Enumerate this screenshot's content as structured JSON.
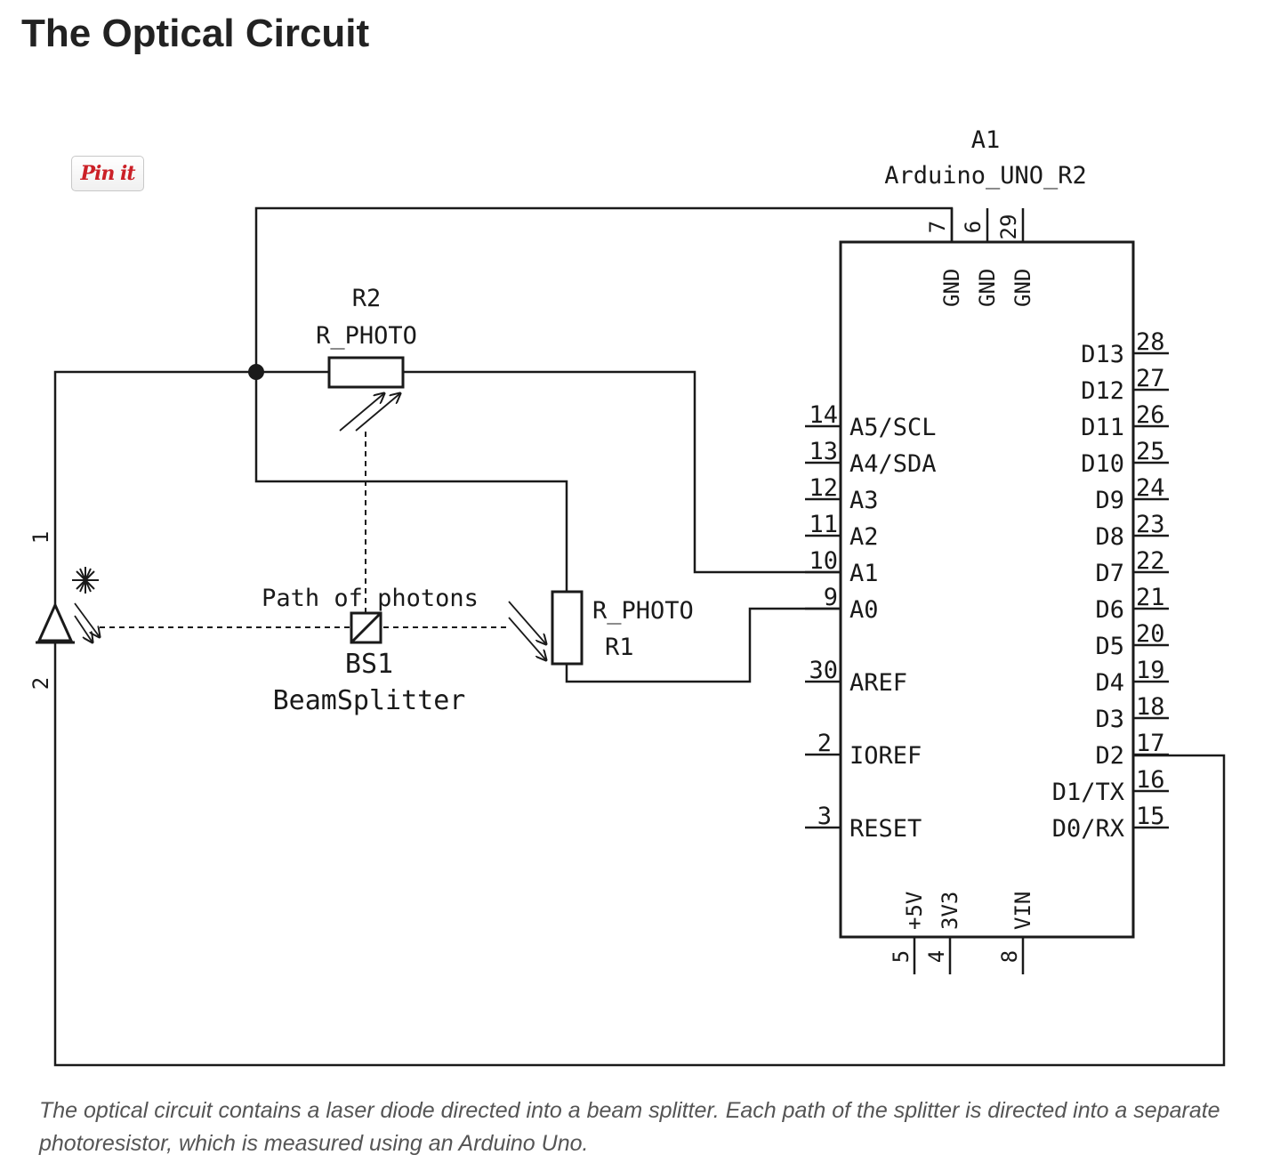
{
  "page": {
    "title": "The Optical Circuit",
    "pin_button_label": "Pin it",
    "caption": "The optical circuit contains a laser diode directed into a beam splitter. Each path of the splitter is directed into a separate photoresistor, which is measured using an Arduino Uno."
  },
  "schematic": {
    "arduino": {
      "ref": "A1",
      "value": "Arduino_UNO_R2",
      "top_pins": [
        {
          "num": "7",
          "name": "GND"
        },
        {
          "num": "6",
          "name": "GND"
        },
        {
          "num": "29",
          "name": "GND"
        }
      ],
      "left_pins": [
        {
          "num": "14",
          "name": "A5/SCL"
        },
        {
          "num": "13",
          "name": "A4/SDA"
        },
        {
          "num": "12",
          "name": "A3"
        },
        {
          "num": "11",
          "name": "A2"
        },
        {
          "num": "10",
          "name": "A1"
        },
        {
          "num": "9",
          "name": "A0"
        },
        {
          "num": "30",
          "name": "AREF"
        },
        {
          "num": "2",
          "name": "IOREF"
        },
        {
          "num": "3",
          "name": "RESET"
        }
      ],
      "right_pins": [
        {
          "num": "28",
          "name": "D13"
        },
        {
          "num": "27",
          "name": "D12"
        },
        {
          "num": "26",
          "name": "D11"
        },
        {
          "num": "25",
          "name": "D10"
        },
        {
          "num": "24",
          "name": "D9"
        },
        {
          "num": "23",
          "name": "D8"
        },
        {
          "num": "22",
          "name": "D7"
        },
        {
          "num": "21",
          "name": "D6"
        },
        {
          "num": "20",
          "name": "D5"
        },
        {
          "num": "19",
          "name": "D4"
        },
        {
          "num": "18",
          "name": "D3"
        },
        {
          "num": "17",
          "name": "D2"
        },
        {
          "num": "16",
          "name": "D1/TX"
        },
        {
          "num": "15",
          "name": "D0/RX"
        }
      ],
      "bottom_pins": [
        {
          "num": "5",
          "name": "+5V"
        },
        {
          "num": "4",
          "name": "3V3"
        },
        {
          "num": "8",
          "name": "VIN"
        }
      ]
    },
    "r2": {
      "ref": "R2",
      "value": "R_PHOTO"
    },
    "r1": {
      "ref": "R1",
      "value": "R_PHOTO"
    },
    "beam_splitter": {
      "ref": "BS1",
      "value": "BeamSplitter"
    },
    "laser": {
      "pin1": "1",
      "pin2": "2"
    },
    "photon_path_label": "Path of photons",
    "colors": {
      "wire": "#1a1a1a",
      "title": "#222222",
      "caption": "#555555",
      "pin_red": "#cb2027"
    }
  }
}
